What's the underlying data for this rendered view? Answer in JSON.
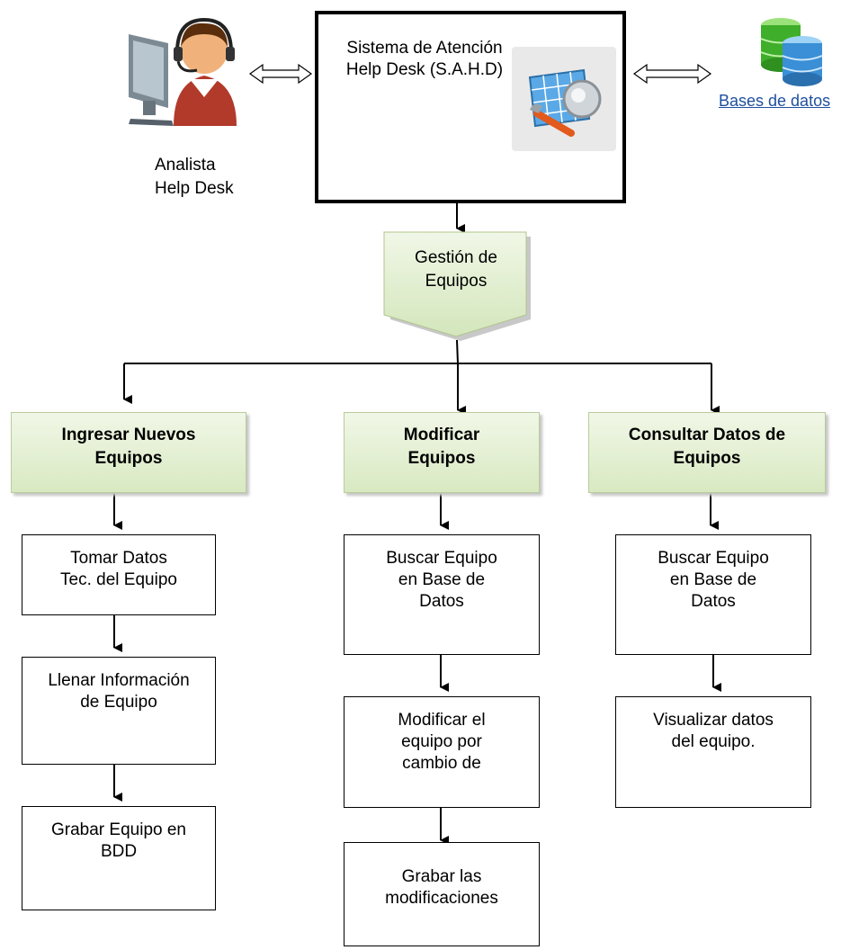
{
  "center_system": {
    "label": "Sistema de Atención Help Desk (S.A.H.D)"
  },
  "analyst": {
    "label": "Analista Help Desk"
  },
  "database": {
    "label": "Bases de datos"
  },
  "gestion": {
    "label": "Gestión de Equipos"
  },
  "branches": [
    {
      "header": "Ingresar Nuevos Equipos",
      "steps": [
        "Tomar Datos Tec. del Equipo",
        "Llenar Información de Equipo",
        "Grabar Equipo en BDD"
      ]
    },
    {
      "header": "Modificar Equipos",
      "steps": [
        "Buscar Equipo en Base de Datos",
        "Modificar el equipo por cambio de",
        "Grabar las modificaciones"
      ]
    },
    {
      "header": "Consultar Datos de Equipos",
      "steps": [
        "Buscar Equipo en Base de Datos",
        "Visualizar datos del equipo."
      ]
    }
  ],
  "colors": {
    "header_fill_top": "#f1f7e7",
    "header_fill_bottom": "#d8e9c2",
    "line": "#000000"
  }
}
